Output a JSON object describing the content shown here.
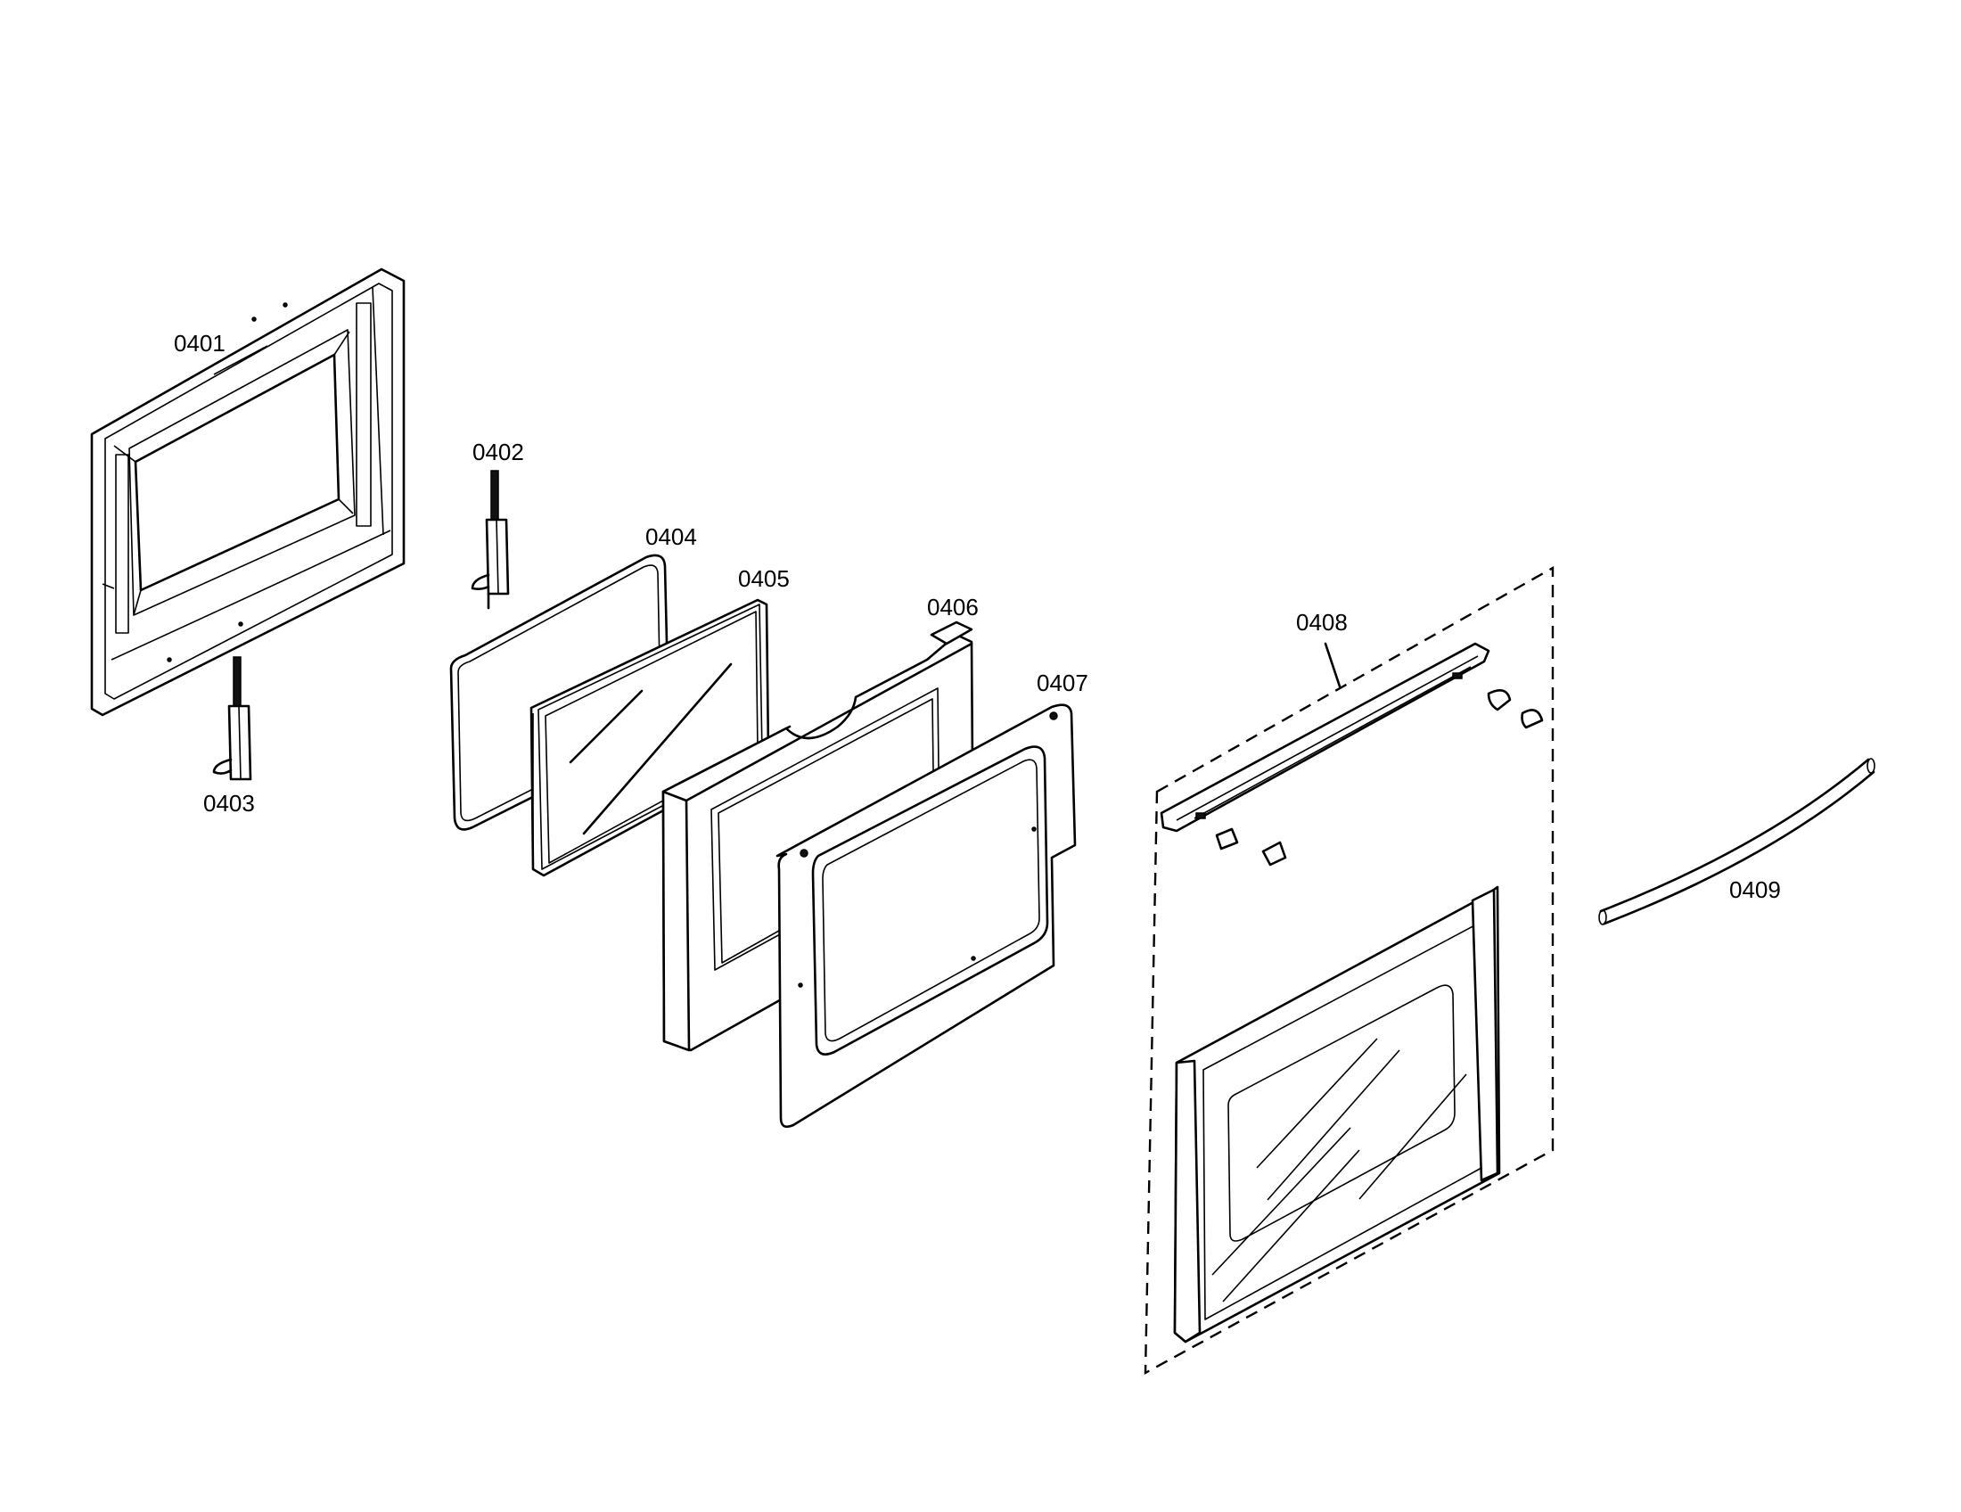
{
  "diagram": {
    "parts": [
      {
        "id": "0401",
        "label": "0401"
      },
      {
        "id": "0402",
        "label": "0402"
      },
      {
        "id": "0403",
        "label": "0403"
      },
      {
        "id": "0404",
        "label": "0404"
      },
      {
        "id": "0405",
        "label": "0405"
      },
      {
        "id": "0406",
        "label": "0406"
      },
      {
        "id": "0407",
        "label": "0407"
      },
      {
        "id": "0408",
        "label": "0408"
      },
      {
        "id": "0409",
        "label": "0409"
      }
    ]
  }
}
